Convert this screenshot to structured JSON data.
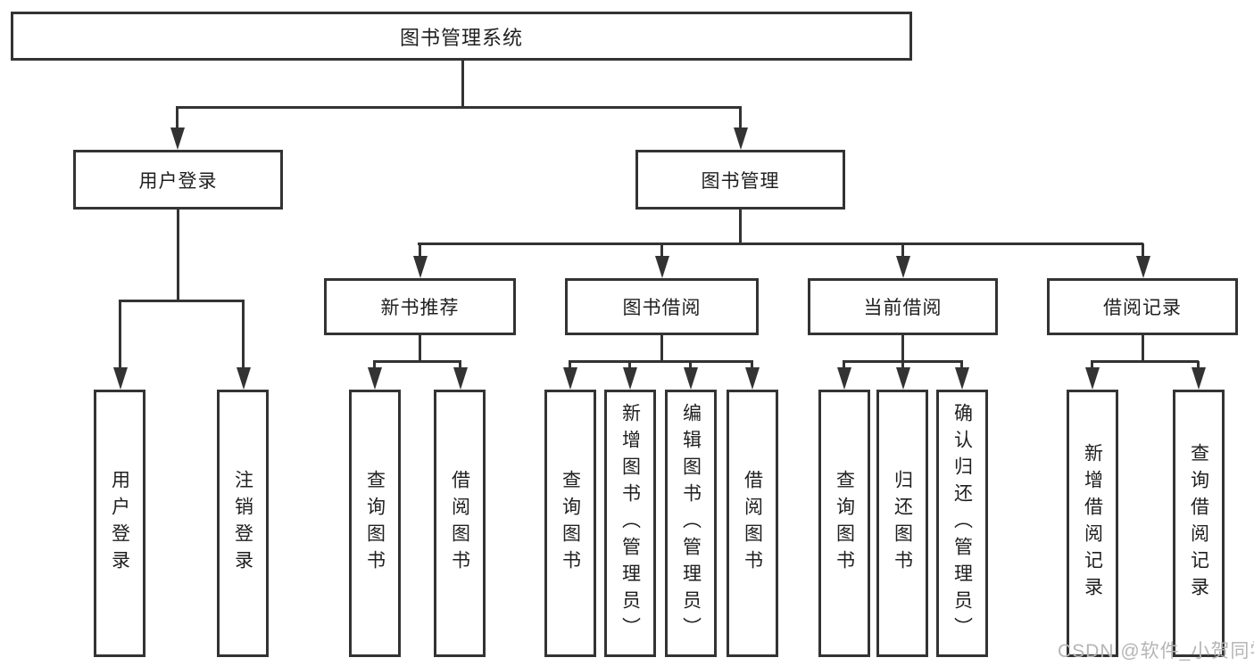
{
  "diagram": {
    "type": "tree",
    "root": {
      "label": "图书管理系统",
      "children": [
        {
          "label": "用户登录",
          "children": [
            {
              "label": "用户登录"
            },
            {
              "label": "注销登录"
            }
          ]
        },
        {
          "label": "图书管理",
          "children": [
            {
              "label": "新书推荐",
              "children": [
                {
                  "label": "查询图书"
                },
                {
                  "label": "借阅图书"
                }
              ]
            },
            {
              "label": "图书借阅",
              "children": [
                {
                  "label": "查询图书"
                },
                {
                  "label": "新增图书（管理员）"
                },
                {
                  "label": "编辑图书（管理员）"
                },
                {
                  "label": "借阅图书"
                }
              ]
            },
            {
              "label": "当前借阅",
              "children": [
                {
                  "label": "查询图书"
                },
                {
                  "label": "归还图书"
                },
                {
                  "label": "确认归还（管理员）"
                }
              ]
            },
            {
              "label": "借阅记录",
              "children": [
                {
                  "label": "新增借阅记录"
                },
                {
                  "label": "查询借阅记录"
                }
              ]
            }
          ]
        }
      ]
    }
  },
  "watermark": {
    "text": "CSDN @软件_小贺同学"
  },
  "colors": {
    "line": "#333333",
    "text": "#1f1f1f",
    "watermark": "#b5b5b5",
    "background": "#ffffff"
  }
}
